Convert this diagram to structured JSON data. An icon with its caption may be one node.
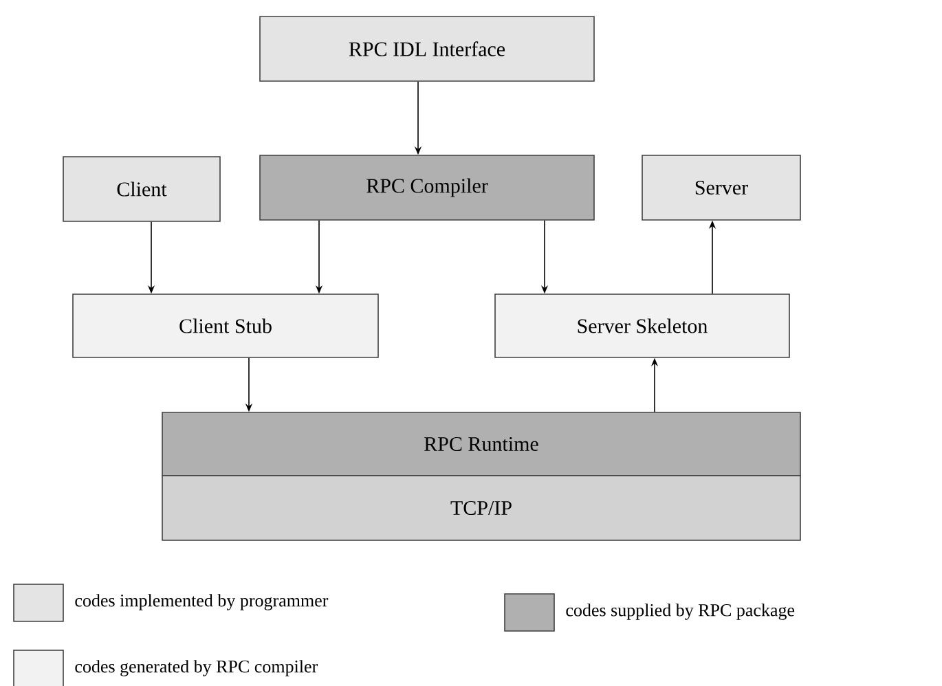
{
  "diagram": {
    "nodes": [
      {
        "text": [
          "RPC IDL Interface"
        ]
      },
      {
        "text": [
          "Client"
        ]
      },
      {
        "text": [
          "RPC Compiler"
        ]
      },
      {
        "text": [
          "Server"
        ]
      },
      {
        "text": [
          "Client Stub"
        ]
      },
      {
        "text": [
          "Server Skeleton"
        ]
      },
      {
        "text": [
          "RPC Runtime"
        ]
      },
      {
        "text": [
          "TCP/IP"
        ]
      }
    ],
    "edges": [
      {
        "from": 0,
        "to": 2,
        "arrow": "to"
      },
      {
        "from": 1,
        "to": 4,
        "arrow": "to"
      },
      {
        "from": 2,
        "to": 4,
        "arrow": "to"
      },
      {
        "from": 2,
        "to": 5,
        "arrow": "to"
      },
      {
        "from": 5,
        "to": 3,
        "arrow": "to"
      },
      {
        "from": 4,
        "to": 6,
        "arrow": "to"
      },
      {
        "from": 6,
        "to": 5,
        "arrow": "to"
      }
    ],
    "legend": [
      {
        "text": "codes implemented by programmer",
        "color": "#e4e4e4"
      },
      {
        "text": "codes supplied by RPC package",
        "color": "#b0b0b0"
      },
      {
        "text": "codes generated by RPC compiler",
        "color": "#f2f2f2"
      }
    ]
  }
}
